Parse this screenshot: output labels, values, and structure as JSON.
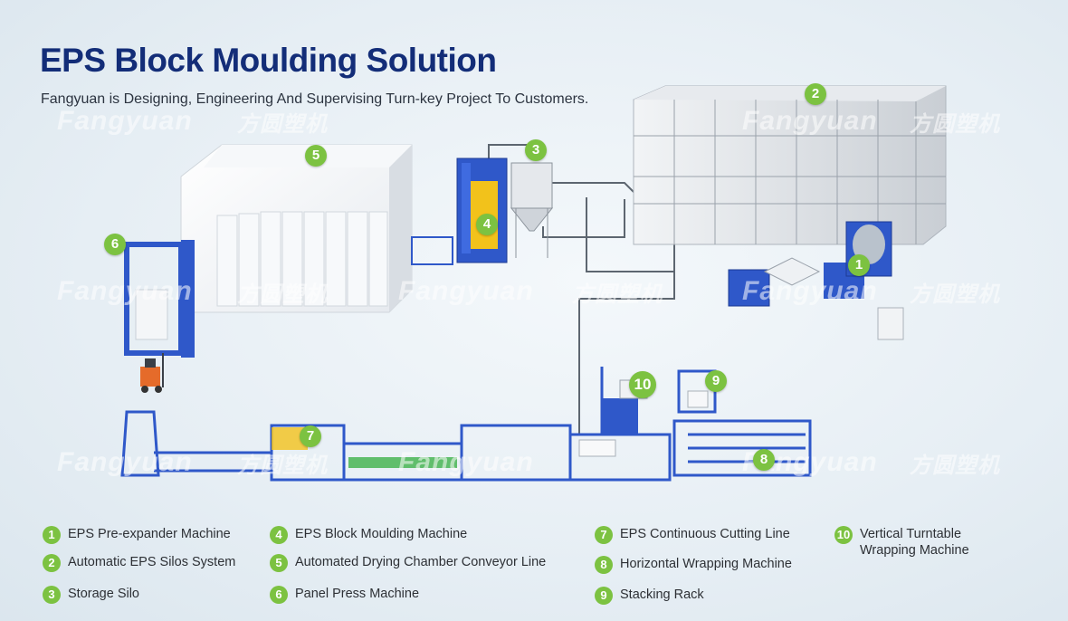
{
  "header": {
    "title": "EPS Block Moulding Solution",
    "subtitle": "Fangyuan is Designing, Engineering And Supervising Turn-key Project To Customers."
  },
  "watermark": {
    "brand": "Fangyuan",
    "brand_cn": "方圆塑机"
  },
  "markers": [
    "1",
    "2",
    "3",
    "4",
    "5",
    "6",
    "7",
    "8",
    "9",
    "10"
  ],
  "legend": [
    {
      "num": "1",
      "label": "EPS Pre-expander Machine"
    },
    {
      "num": "2",
      "label": "Automatic EPS Silos System"
    },
    {
      "num": "3",
      "label": "Storage Silo"
    },
    {
      "num": "4",
      "label": "EPS Block Moulding Machine"
    },
    {
      "num": "5",
      "label": "Automated Drying Chamber Conveyor Line"
    },
    {
      "num": "6",
      "label": "Panel Press Machine"
    },
    {
      "num": "7",
      "label": "EPS Continuous Cutting Line"
    },
    {
      "num": "8",
      "label": "Horizontal  Wrapping Machine"
    },
    {
      "num": "9",
      "label": "Stacking Rack"
    },
    {
      "num": "10",
      "label": "Vertical Turntable\nWrapping Machine"
    }
  ],
  "colors": {
    "title": "#132d78",
    "marker": "#7cc241",
    "machine_blue": "#2f58c9",
    "machine_yellow": "#f2c21b"
  },
  "icons": [
    "pipe-line",
    "forklift-icon"
  ]
}
